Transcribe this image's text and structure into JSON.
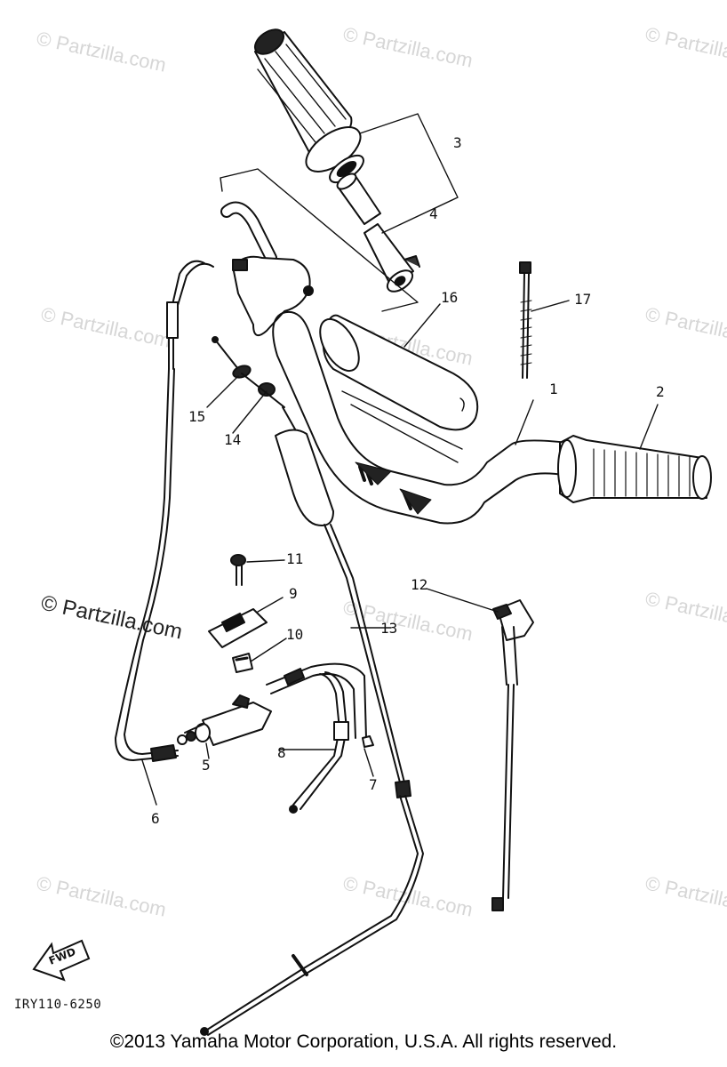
{
  "watermark": {
    "text": "© Partzilla.com",
    "large_text": "© Partzilla.com"
  },
  "fwd_label": "FWD",
  "diagram_code": "IRY110-6250",
  "copyright": "©2013 Yamaha Motor Corporation, U.S.A. All rights reserved.",
  "callouts": {
    "c1": "1",
    "c2": "2",
    "c3": "3",
    "c4": "4",
    "c5": "5",
    "c6": "6",
    "c7": "7",
    "c8": "8",
    "c9": "9",
    "c10": "10",
    "c11": "11",
    "c12": "12",
    "c13": "13",
    "c14": "14",
    "c15": "15",
    "c16": "16",
    "c17": "17"
  }
}
